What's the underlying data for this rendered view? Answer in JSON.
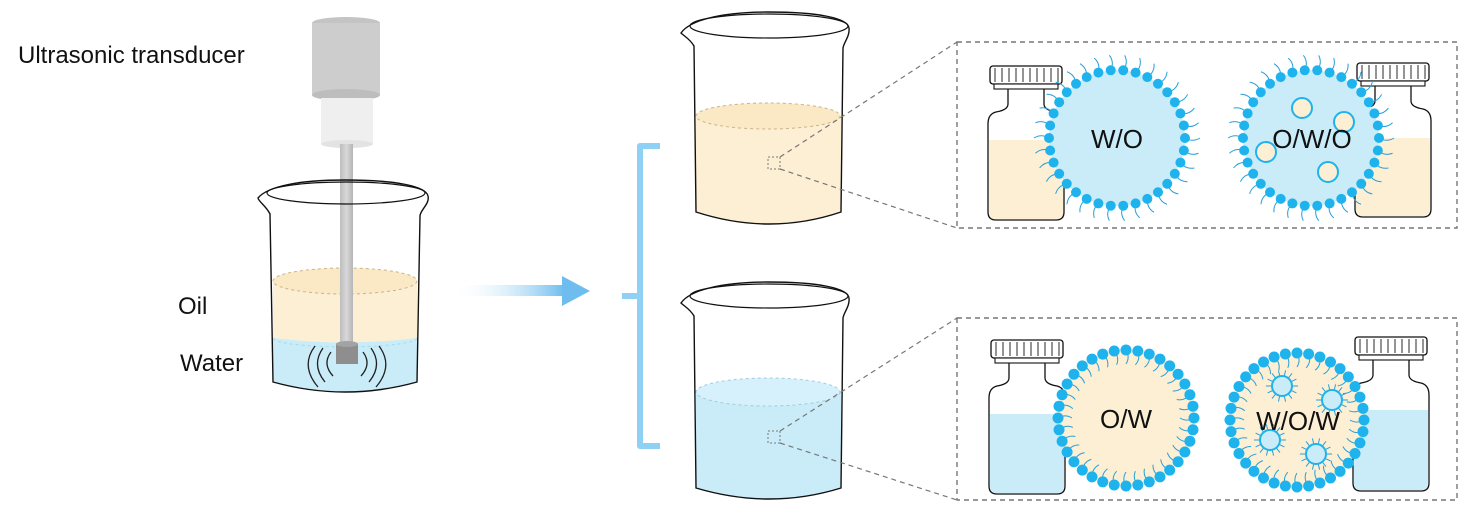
{
  "labels": {
    "transducer": "Ultrasonic transducer",
    "oil": "Oil",
    "water": "Water"
  },
  "droplets": {
    "wo": "W/O",
    "owo": "O/W/O",
    "ow": "O/W",
    "wow": "W/O/W"
  },
  "colors": {
    "oil": "#fcefd4",
    "water": "#c9ecf8",
    "surfactant_head": "#1fb3ee",
    "surfactant_tail": "#2a9fd6",
    "arrow": "#7cc3ee",
    "bracket": "#8fd0f5",
    "dashed_box": "#777777"
  }
}
